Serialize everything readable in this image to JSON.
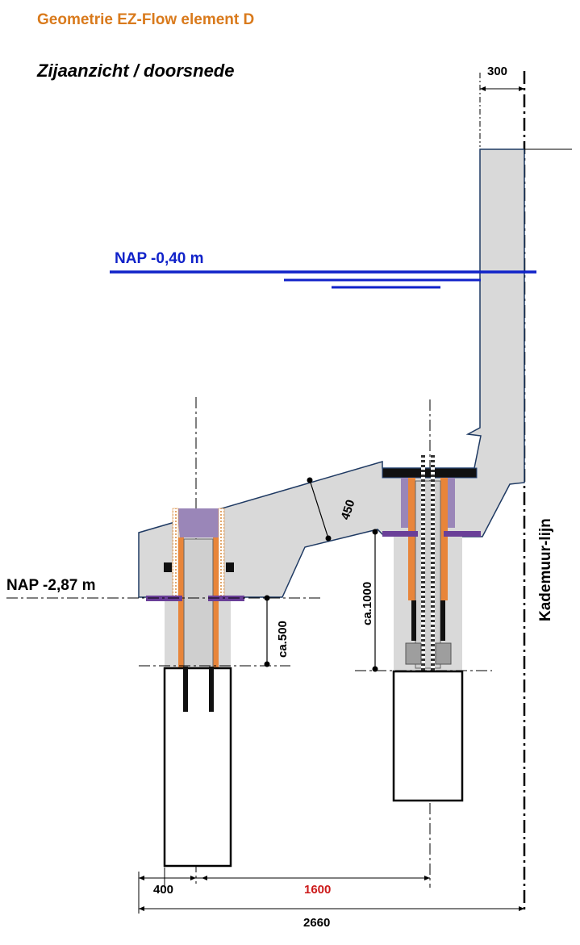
{
  "header": {
    "title": "Geometrie EZ-Flow element D",
    "subtitle": "Zijaanzicht / doorsnede"
  },
  "levels": {
    "water": "NAP -0,40 m",
    "base": "NAP -2,87 m"
  },
  "dimensions": {
    "wall_width": "300",
    "slab_thickness": "450",
    "embed_left": "ca.500",
    "embed_right": "ca.1000",
    "pile_width": "400",
    "pile_spacing": "1600",
    "total_width": "2660"
  },
  "labels": {
    "quay_line": "Kademuur-lijn"
  },
  "colors": {
    "title": "#d97a1c",
    "water": "#1022c9",
    "concrete": "#d9d9d9",
    "highlight": "#cc1a1a",
    "plate": "#6a3f98",
    "rebar": "#e8853a",
    "purple_cap": "#9a86b8"
  }
}
